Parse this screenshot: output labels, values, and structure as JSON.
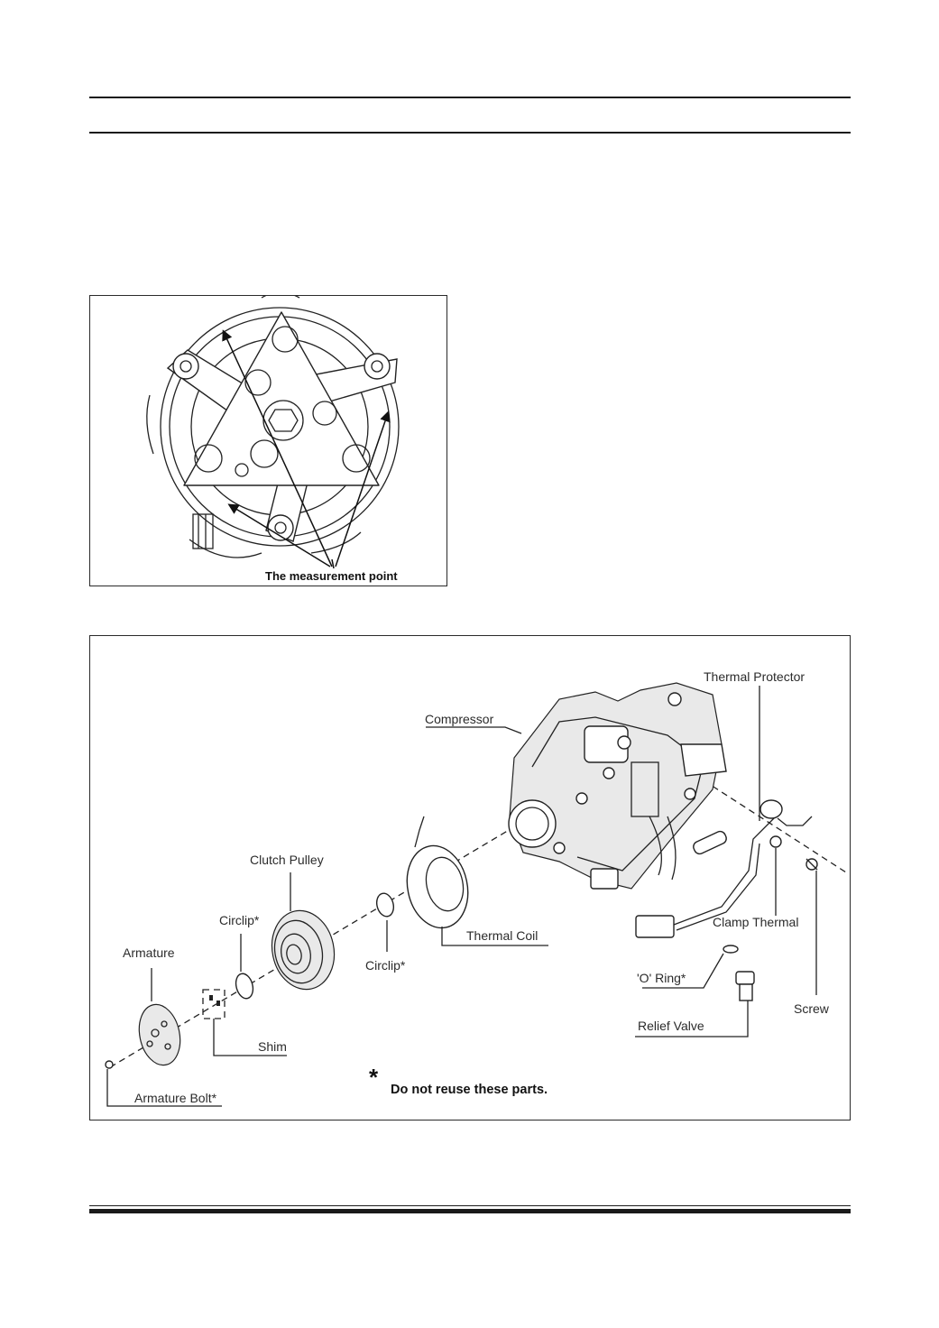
{
  "figure1": {
    "caption": "The measurement point"
  },
  "figure2": {
    "labels": {
      "thermal_protector": "Thermal Protector",
      "compressor": "Compressor",
      "clutch_pulley": "Clutch Pulley",
      "circlip_left": "Circlip*",
      "armature": "Armature",
      "circlip_right": "Circlip*",
      "thermal_coil": "Thermal Coil",
      "clamp_thermal": "Clamp Thermal",
      "o_ring": "'O' Ring*",
      "relief_valve": "Relief Valve",
      "screw": "Screw",
      "shim": "Shim",
      "armature_bolt": "Armature Bolt*"
    },
    "note_symbol": "*",
    "note_text": "Do not reuse these parts."
  }
}
